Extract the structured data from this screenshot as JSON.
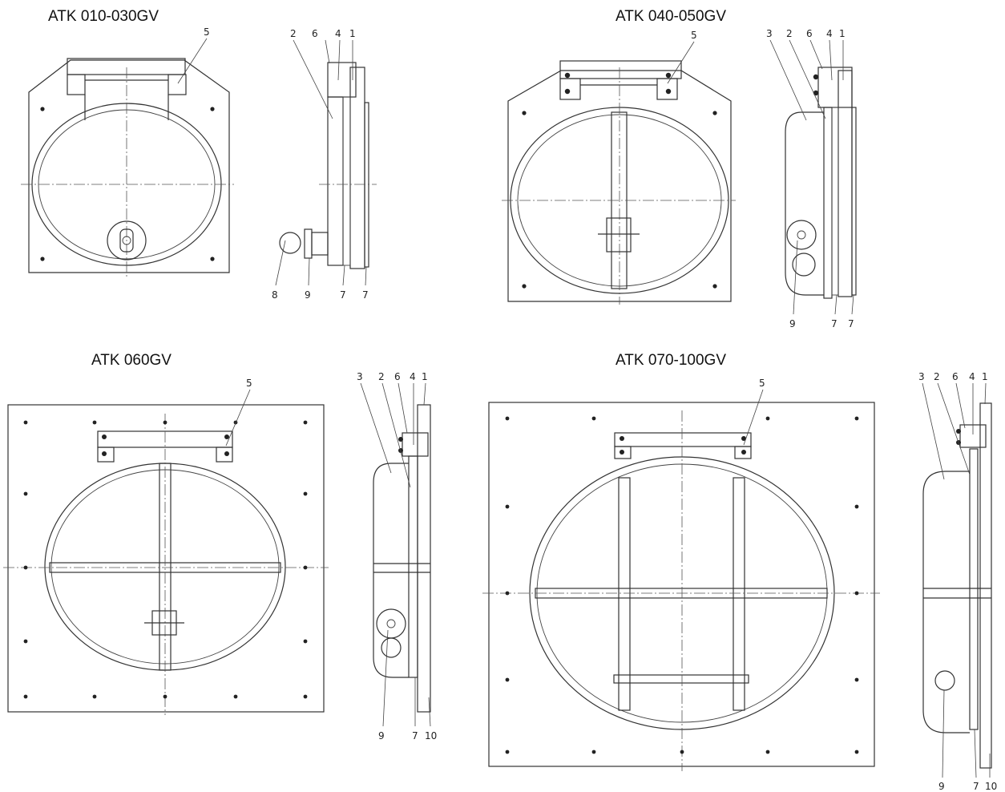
{
  "titles": {
    "atk010": "ATK 010-030GV",
    "atk040": "ATK 040-050GV",
    "atk060": "ATK 060GV",
    "atk070": "ATK 070-100GV"
  },
  "atk010_side_labels": {
    "top": [
      "2",
      "6",
      "4",
      "1"
    ],
    "bottom": [
      "8",
      "9",
      "7",
      "7"
    ]
  },
  "atk010_front_labels": {
    "hinge": "5"
  },
  "atk040_side_labels": {
    "top": [
      "3",
      "2",
      "6",
      "4",
      "1"
    ],
    "bottom": [
      "9",
      "7",
      "7"
    ]
  },
  "atk040_front_labels": {
    "hinge": "5"
  },
  "atk060_side_labels": {
    "top": [
      "3",
      "2",
      "6",
      "4",
      "1"
    ],
    "bottom": [
      "9",
      "7",
      "10"
    ]
  },
  "atk060_front_labels": {
    "hinge": "5"
  },
  "atk070_side_labels": {
    "top": [
      "3",
      "2",
      "6",
      "4",
      "1"
    ],
    "bottom": [
      "9",
      "7",
      "10"
    ]
  },
  "atk070_front_labels": {
    "hinge": "5"
  }
}
